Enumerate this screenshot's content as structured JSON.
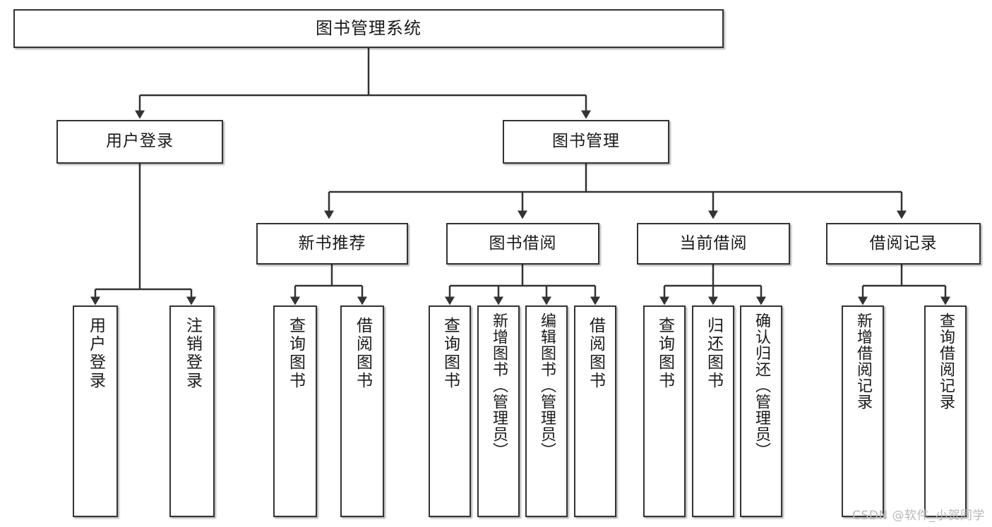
{
  "diagram": {
    "title": "图书管理系统",
    "type": "tree-hierarchy-chart",
    "watermark": "CSDN @软件_小贺同学",
    "colors": {
      "box_border": "#333333",
      "box_fill": "#ffffff",
      "connector": "#333333",
      "text": "#1a1a1a",
      "watermark": "#b8b8b8",
      "background": "#ffffff"
    },
    "nodes": {
      "root": {
        "label": "图书管理系统"
      },
      "level2": [
        {
          "id": "user-login",
          "label": "用户登录"
        },
        {
          "id": "book-management",
          "label": "图书管理"
        }
      ],
      "level3": [
        {
          "id": "new-book-recommend",
          "label": "新书推荐"
        },
        {
          "id": "book-borrow",
          "label": "图书借阅"
        },
        {
          "id": "current-borrow",
          "label": "当前借阅"
        },
        {
          "id": "borrow-records",
          "label": "借阅记录"
        }
      ],
      "leaves": {
        "user_login": [
          {
            "id": "leaf-user-login",
            "label": "用户登录"
          },
          {
            "id": "leaf-logout",
            "label": "注销登录"
          }
        ],
        "new_book_recommend": [
          {
            "id": "leaf-query-book-1",
            "label": "查询图书"
          },
          {
            "id": "leaf-borrow-book-1",
            "label": "借阅图书"
          }
        ],
        "book_borrow": [
          {
            "id": "leaf-query-book-2",
            "label": "查询图书"
          },
          {
            "id": "leaf-add-book",
            "label": "新增图书（管理员）"
          },
          {
            "id": "leaf-edit-book",
            "label": "编辑图书（管理员）"
          },
          {
            "id": "leaf-borrow-book-2",
            "label": "借阅图书"
          }
        ],
        "current_borrow": [
          {
            "id": "leaf-query-book-3",
            "label": "查询图书"
          },
          {
            "id": "leaf-return-book",
            "label": "归还图书"
          },
          {
            "id": "leaf-confirm-return",
            "label": "确认归还（管理员）"
          }
        ],
        "borrow_records": [
          {
            "id": "leaf-add-record",
            "label": "新增借阅记录"
          },
          {
            "id": "leaf-query-record",
            "label": "查询借阅记录"
          }
        ]
      }
    }
  }
}
